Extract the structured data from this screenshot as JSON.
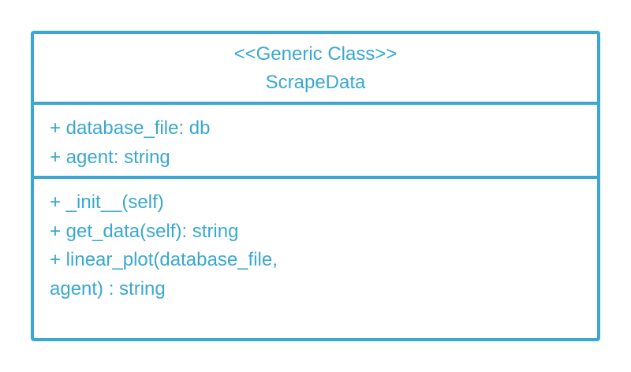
{
  "uml_class": {
    "stereotype": "<<Generic Class>>",
    "name": "ScrapeData",
    "attributes": [
      "+ database_file: db",
      "+ agent: string"
    ],
    "methods": [
      "+ _init__(self)",
      "+ get_data(self): string",
      "+ linear_plot(database_file,",
      "agent) : string"
    ]
  },
  "colors": {
    "accent": "#3aa8d0",
    "background": "#ffffff"
  }
}
